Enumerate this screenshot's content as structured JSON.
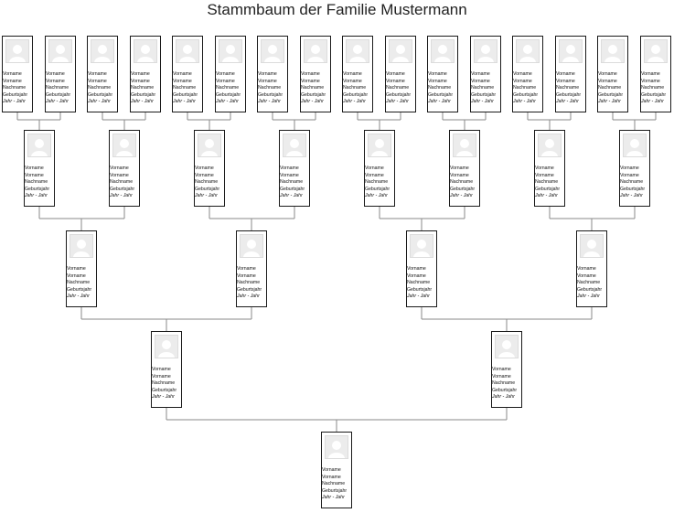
{
  "title": "Stammbaum der Familie Mustermann",
  "card": {
    "vorname1": "Vorname",
    "vorname2": "Vorname",
    "nachname": "Nachname",
    "geburtsjahr": "Geburtsjahr",
    "jahre": "Jahr - Jahr"
  },
  "tree": {
    "generations": 5,
    "people_per_generation": [
      16,
      8,
      4,
      2,
      1
    ],
    "line_color": "#8a8a8a",
    "card_border_color": "#1a1a1a",
    "photo_placeholder": "person-silhouette-icon"
  }
}
